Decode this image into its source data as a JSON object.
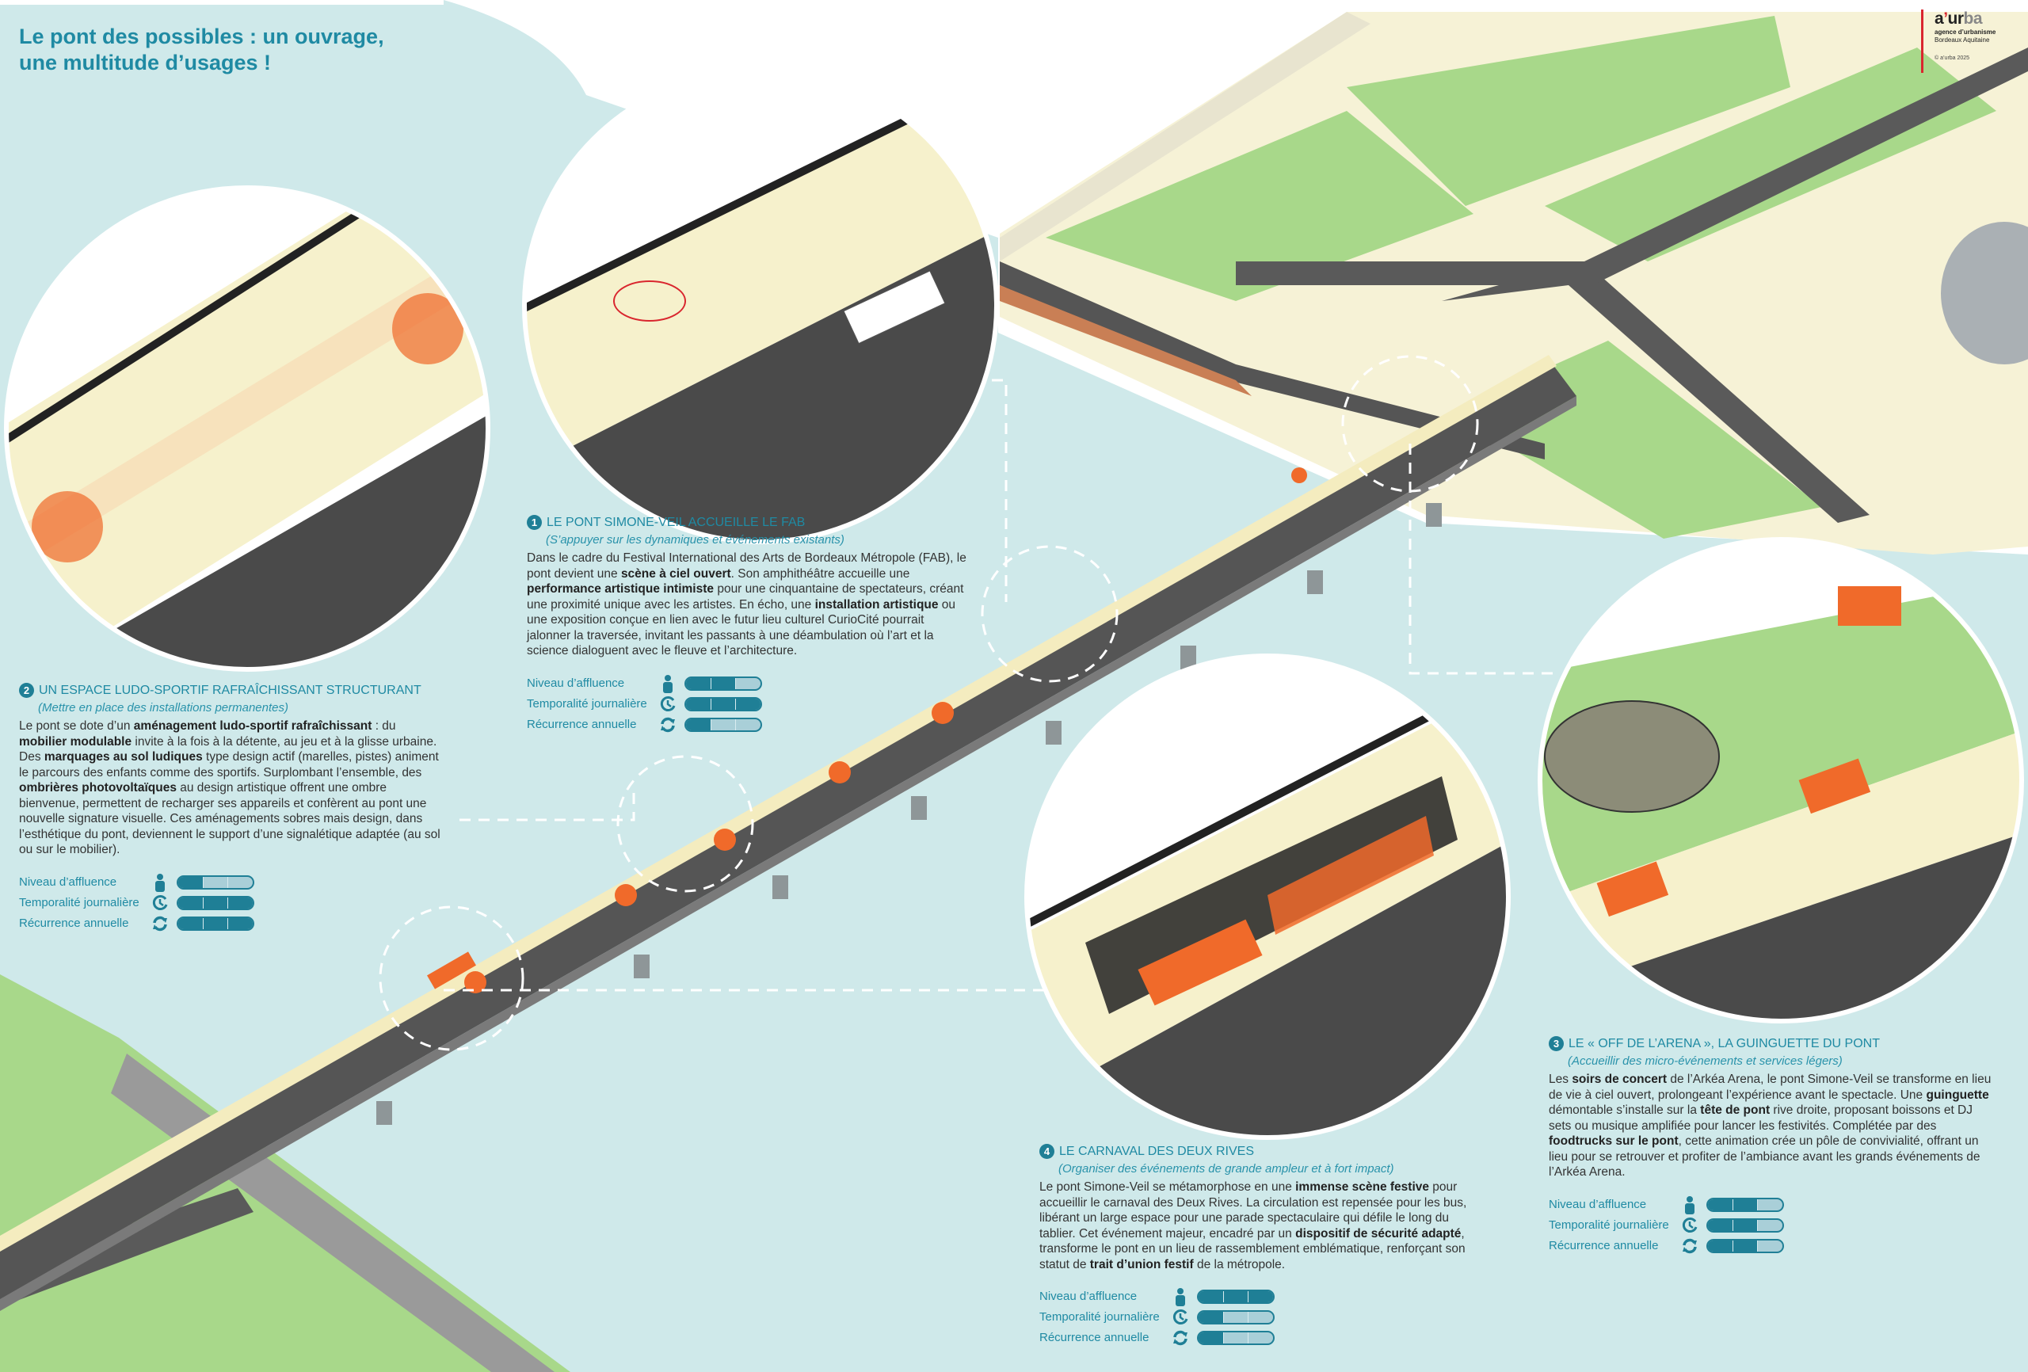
{
  "title": [
    "Le pont des possibles : un ouvrage,",
    "une multitude d’usages !"
  ],
  "logo": {
    "brand_a": "a",
    "brand_ap": "’",
    "brand_urb": "ur",
    "brand_ba": "ba",
    "line1": "agence d’urbanisme",
    "line2": "Bordeaux Aquitaine",
    "copyright": "© a’urba 2025"
  },
  "colors": {
    "accent": "#1f8aa3",
    "water": "#cfe9ea",
    "land": "#a8d88a",
    "path": "#f7f1c9",
    "orange": "#f06a2a",
    "logo_red": "#d9262e"
  },
  "indicator_labels": [
    "Niveau d’affluence",
    "Temporalité journalière",
    "Récurrence annuelle"
  ],
  "indicator_icons": [
    "person-icon",
    "clock-icon",
    "refresh-icon"
  ],
  "sections": [
    {
      "number": "1",
      "heading": "LE PONT SIMONE-VEIL ACCUEILLE LE FAB",
      "subtitle": "(S’appuyer sur les dynamiques et événements existants)",
      "body": [
        {
          "t": "Dans le cadre du Festival International des Arts de Bordeaux Métropole (FAB), le pont devient une "
        },
        {
          "t": "scène à ciel ouvert",
          "b": true
        },
        {
          "t": ". Son amphithéâtre accueille une "
        },
        {
          "t": "performance artistique intimiste",
          "b": true
        },
        {
          "t": " pour une cinquantaine de spectateurs, créant une proximité unique avec les artistes. En écho, une "
        },
        {
          "t": "installation artistique",
          "b": true
        },
        {
          "t": " ou une exposition conçue en lien avec le futur lieu culturel CurioCité pourrait jalonner la traversée, invitant les passants à une déambulation où l’art et la science dialoguent avec le fleuve et l’architecture."
        }
      ],
      "levels": [
        2,
        3,
        1
      ]
    },
    {
      "number": "2",
      "heading": "UN ESPACE LUDO-SPORTIF RAFRAÎCHISSANT STRUCTURANT",
      "subtitle": "(Mettre en place des installations permanentes)",
      "body": [
        {
          "t": "Le pont se dote d’un "
        },
        {
          "t": "aménagement ludo-sportif rafraîchissant",
          "b": true
        },
        {
          "t": " : du "
        },
        {
          "t": "mobilier modulable",
          "b": true
        },
        {
          "t": " invite à la fois à la détente, au jeu et à la glisse urbaine. Des "
        },
        {
          "t": "marquages au sol ludiques",
          "b": true
        },
        {
          "t": " type design actif (marelles, pistes) animent le parcours des enfants comme des sportifs. Surplombant l’ensemble, des "
        },
        {
          "t": "ombrières photovoltaïques",
          "b": true
        },
        {
          "t": " au design artistique offrent une ombre bienvenue, permettent de recharger ses appareils et confèrent au pont une nouvelle signature visuelle. Ces aménagements sobres mais design, dans l’esthétique du pont, deviennent le support d’une signalétique adaptée (au sol ou sur le mobilier)."
        }
      ],
      "levels": [
        1,
        3,
        3
      ]
    },
    {
      "number": "3",
      "heading": "LE « OFF DE L’ARENA », LA GUINGUETTE DU PONT",
      "subtitle": "(Accueillir des micro-événements et services légers)",
      "body": [
        {
          "t": "Les "
        },
        {
          "t": "soirs de concert",
          "b": true
        },
        {
          "t": " de l’Arkéa Arena, le pont Simone-Veil se transforme en lieu de vie à ciel ouvert, prolongeant l’expérience avant le spectacle. Une "
        },
        {
          "t": "guinguette",
          "b": true
        },
        {
          "t": " démontable s’installe sur la "
        },
        {
          "t": "tête de pont",
          "b": true
        },
        {
          "t": " rive droite, proposant boissons et DJ sets ou musique amplifiée pour lancer les festivités. Complétée par des "
        },
        {
          "t": "foodtrucks sur le pont",
          "b": true
        },
        {
          "t": ", cette animation crée un pôle de convivialité, offrant un lieu pour se retrouver et profiter de l’ambiance avant les grands événements de l’Arkéa Arena."
        }
      ],
      "levels": [
        2,
        2,
        2
      ]
    },
    {
      "number": "4",
      "heading": "LE CARNAVAL DES DEUX RIVES",
      "subtitle": "(Organiser des événements de grande ampleur et à fort impact)",
      "body": [
        {
          "t": "Le pont Simone-Veil se métamorphose en une "
        },
        {
          "t": "immense scène festive",
          "b": true
        },
        {
          "t": " pour accueillir le carnaval des Deux Rives. La circulation est repensée pour les bus, libérant un large espace pour une parade spectaculaire qui défile le long du tablier. Cet événement majeur, encadré par un "
        },
        {
          "t": "dispositif de sécurité adapté",
          "b": true
        },
        {
          "t": ", transforme le pont en un lieu de rassemblement emblématique, renforçant son statut de "
        },
        {
          "t": "trait d’union festif",
          "b": true
        },
        {
          "t": " de la métropole."
        }
      ],
      "levels": [
        3,
        1,
        1
      ]
    }
  ]
}
